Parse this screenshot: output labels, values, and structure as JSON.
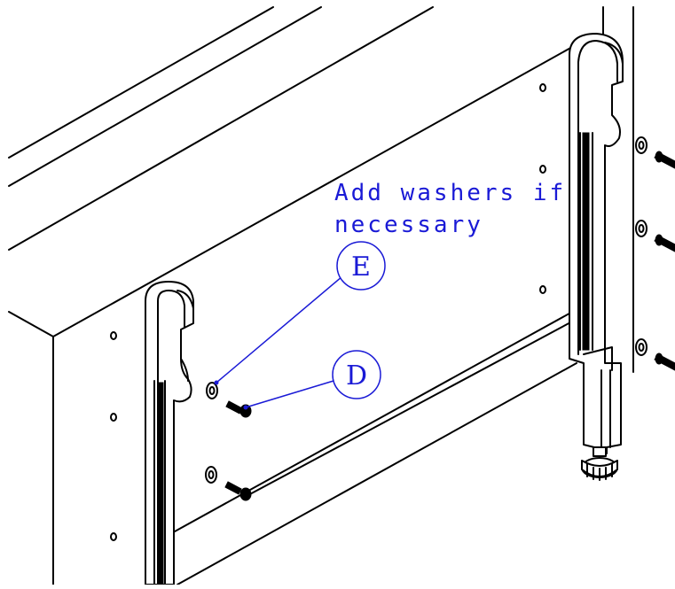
{
  "note": {
    "line1": "Add washers if",
    "line2": "necessary"
  },
  "callouts": [
    {
      "letter": "E"
    },
    {
      "letter": "D"
    }
  ],
  "colors": {
    "line": "#000000",
    "callout": "#1a1ad6",
    "background": "#ffffff"
  }
}
